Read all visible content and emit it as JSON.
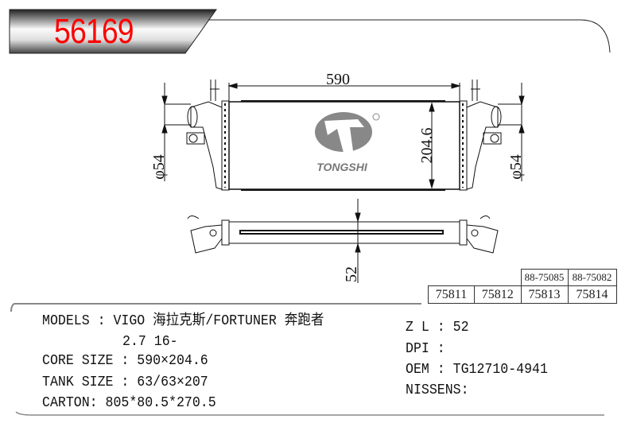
{
  "header": {
    "part_number": "56169"
  },
  "drawing": {
    "logo_text": "TONGSHI",
    "dims": {
      "width": "590",
      "height": "204.6",
      "inlet_left": "φ54",
      "inlet_right": "φ54",
      "thickness": "52"
    }
  },
  "cross_reference": {
    "top_row": [
      "88-75085",
      "88-75082"
    ],
    "bottom_row": [
      "75811",
      "75812",
      "75813",
      "75814"
    ]
  },
  "specs_left": {
    "models": "MODELS : VIGO 海拉克斯/FORTUNER 奔跑者",
    "models_cont": "2.7 16-",
    "core_size": "CORE SIZE : 590×204.6",
    "tank_size": "TANK SIZE : 63/63×207",
    "carton": "CARTON: 805*80.5*270.5"
  },
  "specs_right": {
    "zl": "Z L : 52",
    "dpi": "DPI :",
    "oem": "OEM : TG12710-4941",
    "nissens": "NISSENS:"
  },
  "colors": {
    "part_number": "#ff0000"
  }
}
